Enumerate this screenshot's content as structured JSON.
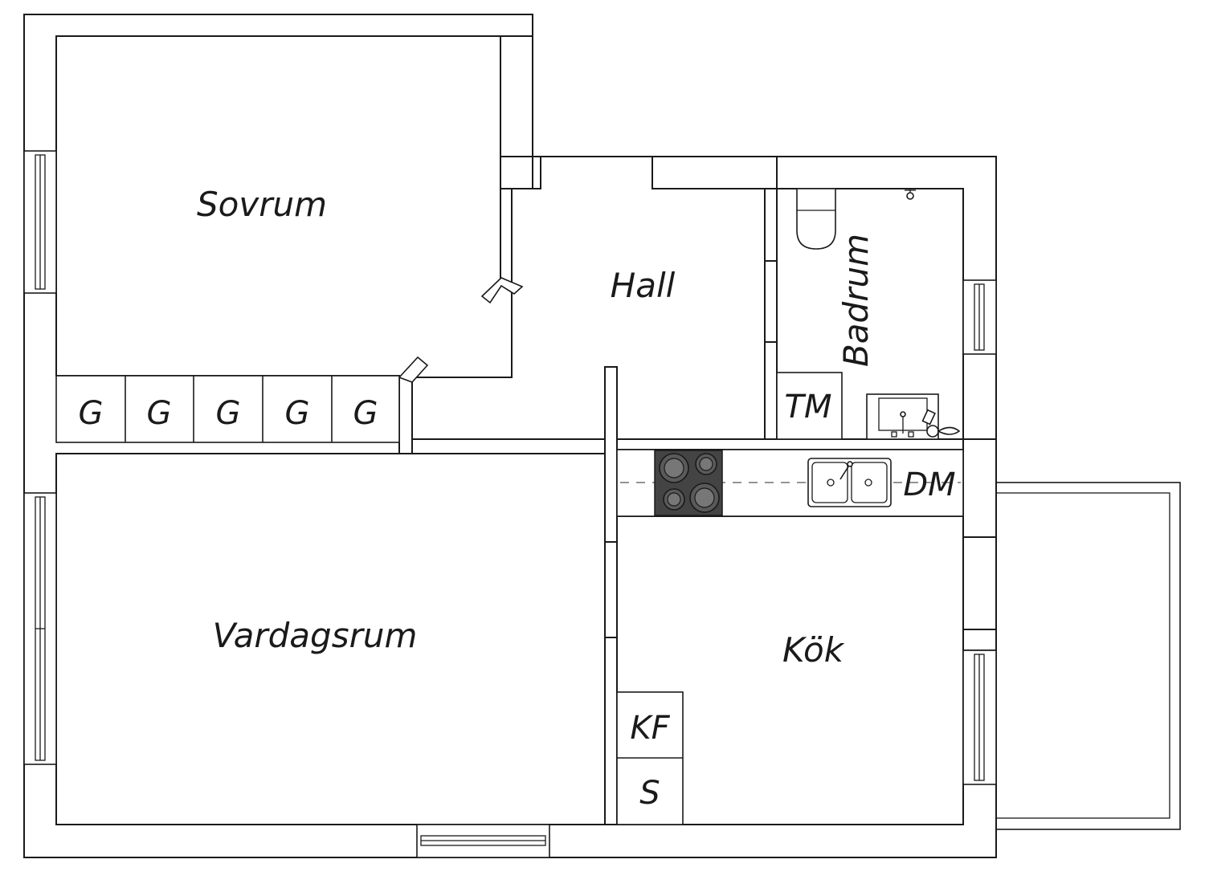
{
  "rooms": {
    "sovrum": "Sovrum",
    "hall": "Hall",
    "badrum": "Badrum",
    "vardagsrum": "Vardagsrum",
    "kok": "Kök"
  },
  "fixtures": {
    "garderob": [
      "G",
      "G",
      "G",
      "G",
      "G"
    ],
    "tm": "TM",
    "dm": "DM",
    "kf": "KF",
    "s": "S"
  }
}
